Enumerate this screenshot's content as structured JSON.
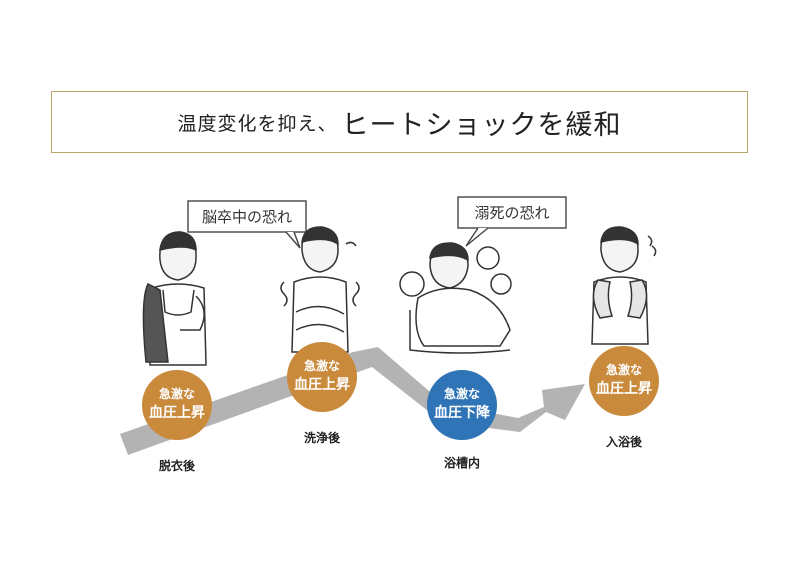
{
  "title": {
    "part1": "温度変化を抑え、",
    "part2": "ヒートショックを緩和"
  },
  "bubbles": [
    {
      "text": "脳卒中の恐れ"
    },
    {
      "text": "溺死の恐れ"
    }
  ],
  "steps": [
    {
      "label": "脱衣後",
      "badge_line1": "急激な",
      "badge_line2": "血圧上昇",
      "badge_color": "#c98a3c"
    },
    {
      "label": "洗浄後",
      "badge_line1": "急激な",
      "badge_line2": "血圧上昇",
      "badge_color": "#c98a3c"
    },
    {
      "label": "浴槽内",
      "badge_line1": "急激な",
      "badge_line2": "血圧下降",
      "badge_color": "#2f74b6"
    },
    {
      "label": "入浴後",
      "badge_line1": "急激な",
      "badge_line2": "血圧上昇",
      "badge_color": "#c98a3c"
    }
  ],
  "colors": {
    "arrow": "#b3b3b3",
    "frame": "#b9a46d",
    "rise": "#c98a3c",
    "fall": "#2f74b6"
  }
}
